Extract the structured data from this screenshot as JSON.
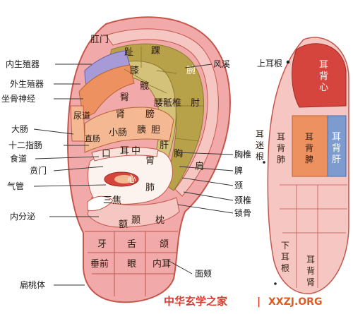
{
  "left_labels": {
    "neishengzhiqi": "内生殖器",
    "waishengzhiqi": "外生殖器",
    "zuogushenjing": "坐骨神经",
    "dachang": "大肠",
    "shierzhichang": "十二指肠",
    "shidao": "食道",
    "benmen": "贲门",
    "qiguan": "气管",
    "neifenmi": "内分泌",
    "biantaoti": "扁桃体"
  },
  "right_labels": {
    "fengxi": "风溪",
    "xiongzhui": "胸椎",
    "pi": "脾",
    "jing": "颈",
    "jingzhui": "颈椎",
    "suogu": "锁骨",
    "mianjia": "面颊"
  },
  "region_labels": {
    "gangmen": "肛门",
    "zhi": "趾",
    "huai": "踝",
    "xi": "膝",
    "kuan": "髋",
    "wan": "腕",
    "tun": "臀",
    "yaodizhui": "腰骶椎",
    "zhou": "肘",
    "niaodao": "尿道",
    "shen": "肾",
    "pangguang": "膀",
    "zhichang": "直肠",
    "xiaochang": "小肠",
    "yi": "胰",
    "dan": "胆",
    "gan": "肝",
    "mouth": "口",
    "er": "耳",
    "zhong": "中",
    "wei": "胃",
    "xiong": "胸",
    "jian": "肩",
    "xin": "心",
    "fei": "肺",
    "sanjiao": "三焦",
    "e": "额",
    "nie": "颞",
    "zhen": "枕",
    "ya": "牙",
    "she": "舌",
    "he": "颌",
    "chuiqian": "垂前",
    "yan": "眼",
    "neier": "内耳"
  },
  "back_labels": {
    "shangergen": "上耳根",
    "erbeixin": "耳背心",
    "ermigen": "耳迷根",
    "erbeifei": "耳背肺",
    "erbeipi": "耳背脾",
    "erbeigan": "耳背肝",
    "xiaergen": "下耳根",
    "erbeishen": "耳背肾"
  },
  "watermark": {
    "cn": "中华玄学之家",
    "sep": "|",
    "domain": "XXZJ.ORG"
  },
  "colors": {
    "outline": "#c4574c",
    "pink": "#f1a9a9",
    "pink_light": "#f6c7c2",
    "pink_pale": "#fbe0db",
    "olive": "#b7a24a",
    "olive_light": "#d5c27a",
    "orange": "#ee9160",
    "orange_light": "#f4b992",
    "lavender": "#a69bd6",
    "blue": "#7e9bd0",
    "red": "#d5453e",
    "peach": "#f3c6a4",
    "white": "#fdf3ee"
  }
}
